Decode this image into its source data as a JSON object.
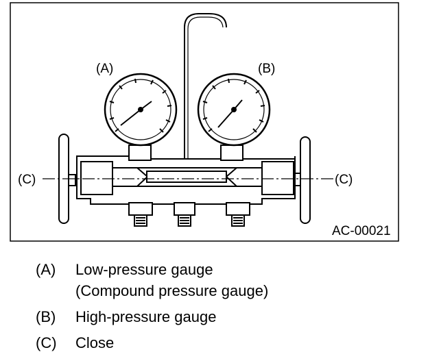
{
  "figure": {
    "label_a": "(A)",
    "label_b": "(B)",
    "label_c_left": "(C)",
    "label_c_right": "(C)",
    "code": "AC-00021"
  },
  "legend": [
    {
      "key": "(A)",
      "lines": [
        "Low-pressure gauge",
        "(Compound pressure gauge)"
      ]
    },
    {
      "key": "(B)",
      "lines": [
        "High-pressure gauge"
      ]
    },
    {
      "key": "(C)",
      "lines": [
        "Close"
      ]
    }
  ]
}
